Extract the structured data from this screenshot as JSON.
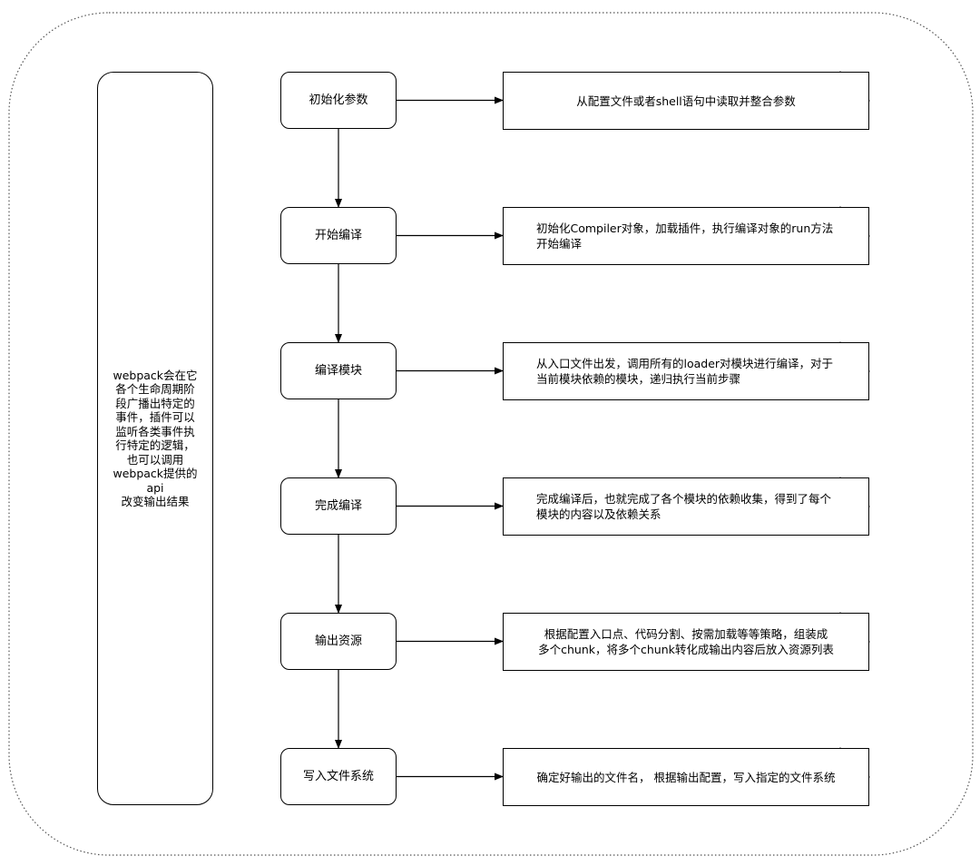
{
  "side_note": "webpack会在它\n各个生命周期阶\n段广播出特定的\n事件，插件可以\n监听各类事件执\n行特定的逻辑，\n也可以调用\nwebpack提供的api\n改变输出结果",
  "steps": [
    {
      "label": "初始化参数",
      "note": "从配置文件或者shell语句中读取并整合参数"
    },
    {
      "label": "开始编译",
      "note": "初始化Compiler对象，加载插件，执行编译对象的run方法\n开始编译"
    },
    {
      "label": "编译模块",
      "note": "从入口文件出发，调用所有的loader对模块进行编译，对于\n当前模块依赖的模块，递归执行当前步骤"
    },
    {
      "label": "完成编译",
      "note": "完成编译后，也就完成了各个模块的依赖收集，得到了每个\n模块的内容以及依赖关系"
    },
    {
      "label": "输出资源",
      "note": "根据配置入口点、代码分割、按需加载等等策略，组装成\n多个chunk，将多个chunk转化成输出内容后放入资源列表"
    },
    {
      "label": "写入文件系统",
      "note": "确定好输出的文件名， 根据输出配置，写入指定的文件系统"
    }
  ]
}
